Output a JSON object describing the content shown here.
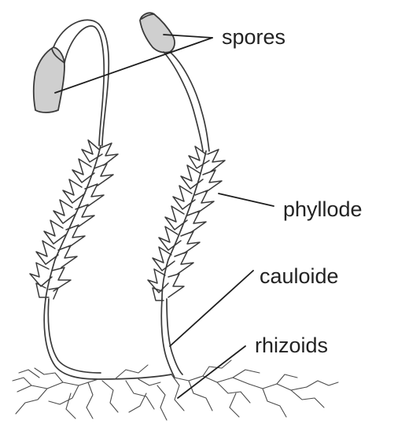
{
  "diagram": {
    "labels": {
      "spores": "spores",
      "phyllode": "phyllode",
      "cauloide": "cauloide",
      "rhizoids": "rhizoids"
    },
    "colors": {
      "line": "#3a3a3a",
      "capsule_fill": "#c9c9c9",
      "text": "#222222"
    }
  }
}
